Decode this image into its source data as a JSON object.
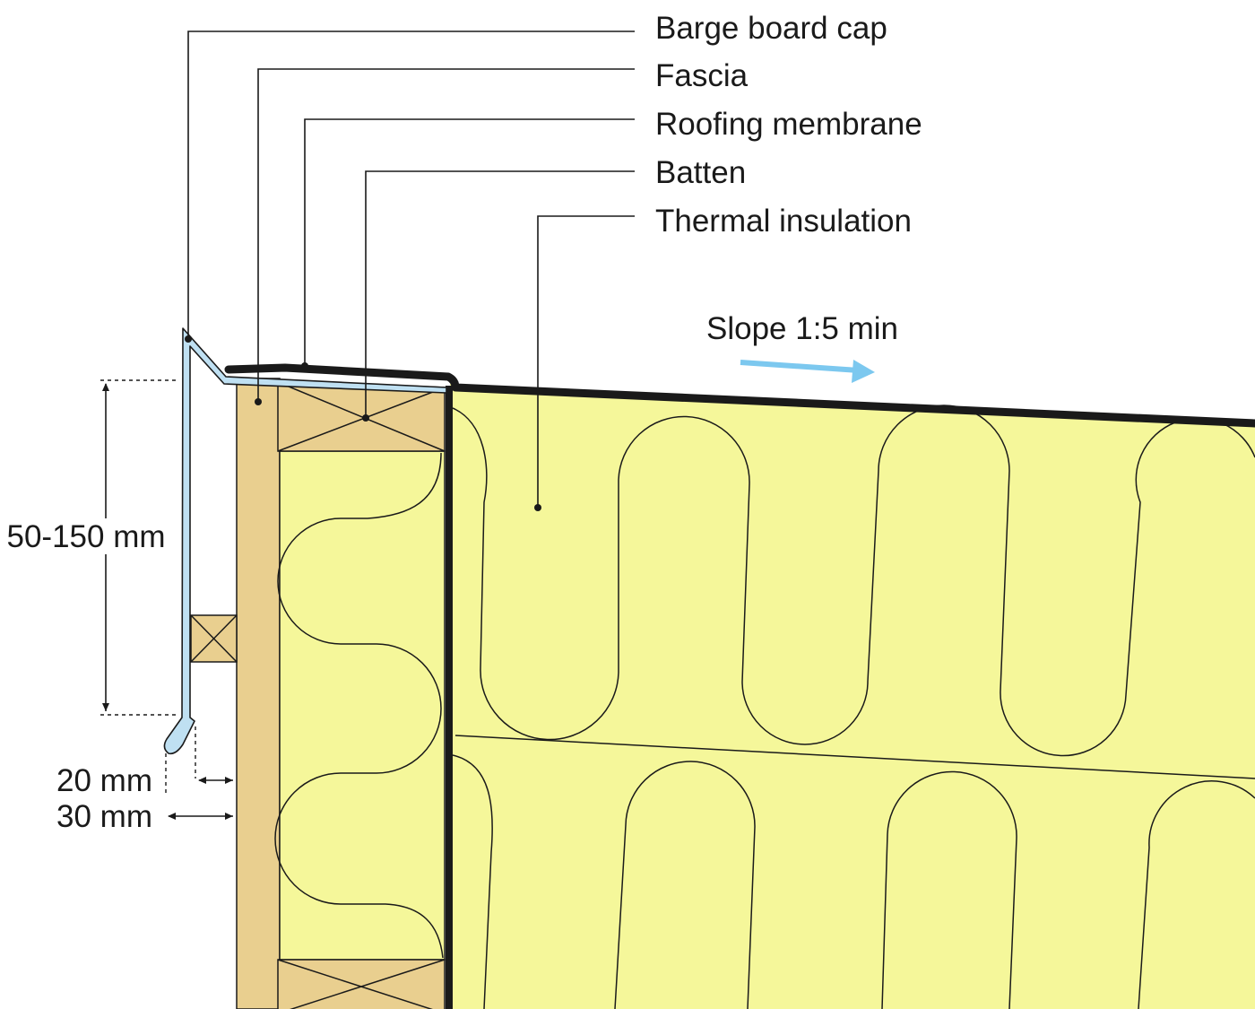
{
  "labels": {
    "barge_board_cap": "Barge board cap",
    "fascia": "Fascia",
    "roofing_membrane": "Roofing membrane",
    "batten": "Batten",
    "thermal_insulation": "Thermal insulation",
    "slope": "Slope 1:5 min"
  },
  "dimensions": {
    "cap_height": "50-150 mm",
    "gap_min": "20 mm",
    "gap_max": "30 mm"
  },
  "colors": {
    "insulation": "#f5f79a",
    "timber": "#e9cf8f",
    "cap": "#bfe0f2",
    "membrane": "#1a1a1a",
    "slope_arrow": "#7cc8ef"
  }
}
